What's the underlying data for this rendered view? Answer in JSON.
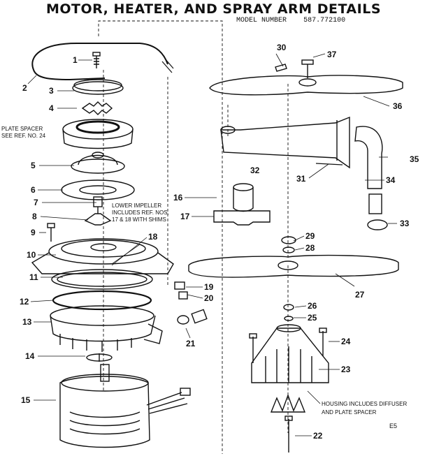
{
  "title": "MOTOR, HEATER, AND SPRAY ARM DETAILS",
  "model_label": "MODEL NUMBER",
  "model_number": "587.772100",
  "figure_code": "E5",
  "notes": {
    "plate_spacer_1": "PLATE SPACER",
    "plate_spacer_2": "SEE REF. NO. 24",
    "impeller_1": "LOWER IMPELLER",
    "impeller_2": "INCLUDES REF. NOS.",
    "impeller_3": "17 & 18 WITH SHIMS",
    "housing_1": "HOUSING INCLUDES DIFFUSER",
    "housing_2": "AND PLATE SPACER"
  },
  "callouts": [
    "1",
    "2",
    "3",
    "4",
    "5",
    "6",
    "7",
    "8",
    "9",
    "10",
    "11",
    "12",
    "13",
    "14",
    "15",
    "16",
    "17",
    "18",
    "19",
    "20",
    "21",
    "22",
    "23",
    "24",
    "25",
    "26",
    "27",
    "28",
    "29",
    "30",
    "31",
    "32",
    "33",
    "34",
    "35",
    "36",
    "37"
  ],
  "colors": {
    "ink": "#111111",
    "paper": "#ffffff"
  }
}
